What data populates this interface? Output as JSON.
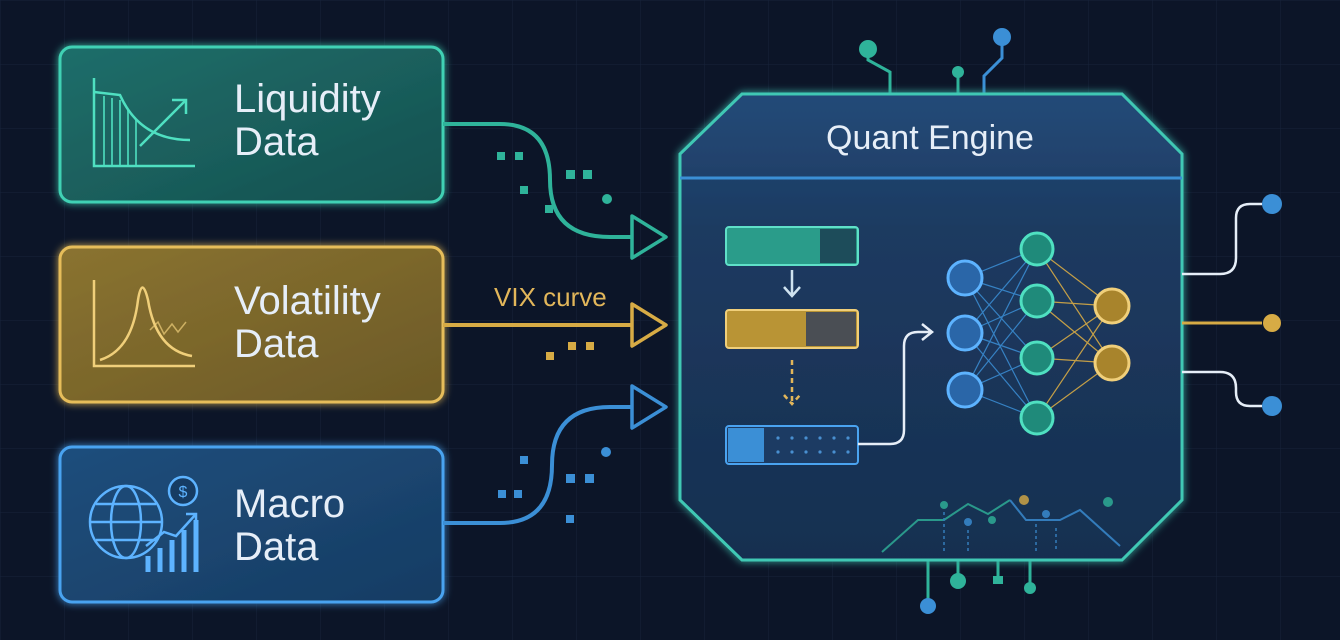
{
  "inputs": [
    {
      "line1": "Liquidity",
      "line2": "Data",
      "color": "#2fb39a",
      "icon": "liquidity-chart-icon"
    },
    {
      "line1": "Volatility",
      "line2": "Data",
      "color": "#d7ab45",
      "icon": "volatility-curve-icon"
    },
    {
      "line1": "Macro",
      "line2": "Data",
      "color": "#3b8fd6",
      "icon": "globe-dollar-chart-icon"
    }
  ],
  "edge_label": "VIX curve",
  "engine": {
    "title": "Quant Engine"
  },
  "colors": {
    "background": "#0c1528",
    "teal": "#2fb39a",
    "gold": "#d7ab45",
    "blue": "#3b8fd6",
    "engine_border": "#3fc8b4",
    "text": "#e6eef8"
  }
}
